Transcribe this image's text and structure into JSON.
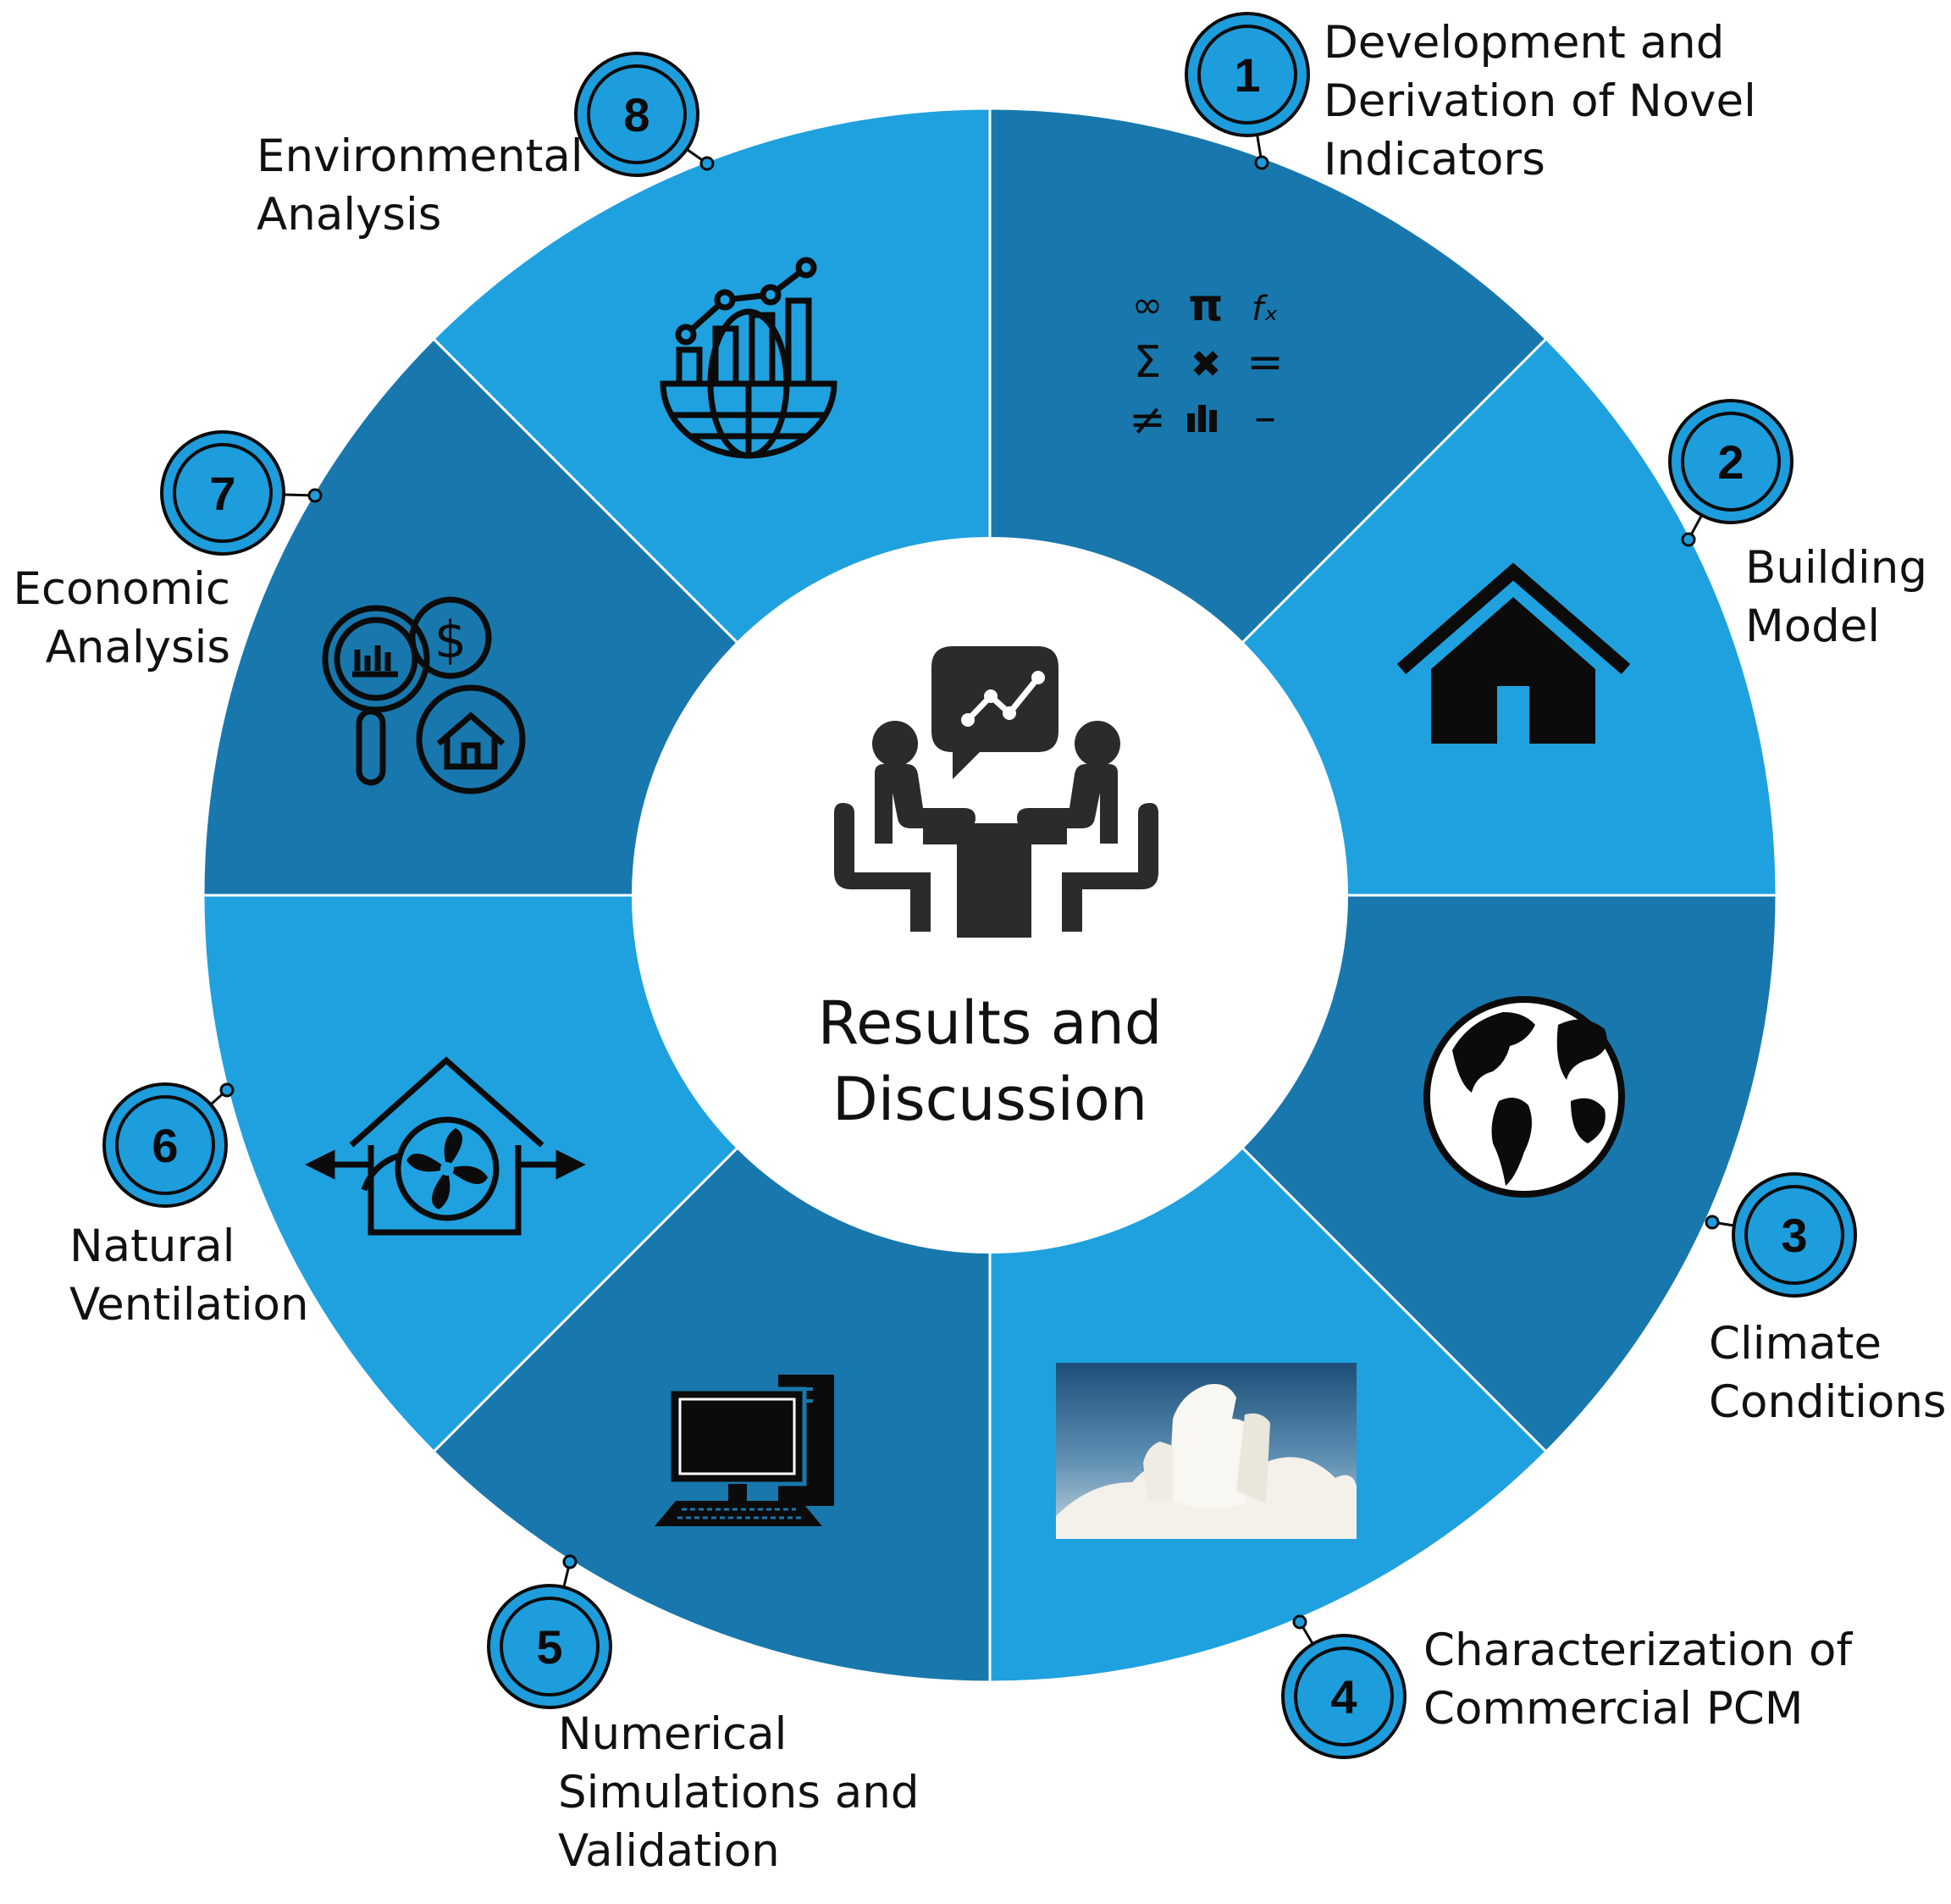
{
  "center": {
    "title_lines": [
      "Results and",
      "Discussion"
    ],
    "icon": "meeting-chart-icon"
  },
  "colors": {
    "dark_segment": "#1878ad",
    "light_segment": "#1fa1df",
    "marker_fill": "#1e9ddc",
    "icon": "#0b0b0b",
    "divider": "#ffffff"
  },
  "segments": [
    {
      "number": "1",
      "label_lines": [
        "Development and",
        "Derivation of Novel",
        "Indicators"
      ],
      "shade": "dark",
      "icon": "math-symbols-icon"
    },
    {
      "number": "2",
      "label_lines": [
        "Building",
        "Model"
      ],
      "shade": "light",
      "icon": "house-icon"
    },
    {
      "number": "3",
      "label_lines": [
        "Climate",
        "Conditions"
      ],
      "shade": "dark",
      "icon": "globe-icon"
    },
    {
      "number": "4",
      "label_lines": [
        "Characterization of",
        "Commercial PCM"
      ],
      "shade": "light",
      "icon": "pcm-material-photo"
    },
    {
      "number": "5",
      "label_lines": [
        "Numerical",
        "Simulations and",
        "Validation"
      ],
      "shade": "dark",
      "icon": "computer-icon"
    },
    {
      "number": "6",
      "label_lines": [
        "Natural",
        "Ventilation"
      ],
      "shade": "light",
      "icon": "ventilation-fan-house-icon"
    },
    {
      "number": "7",
      "label_lines": [
        "Economic",
        "Analysis"
      ],
      "shade": "dark",
      "icon": "economic-analysis-icon"
    },
    {
      "number": "8",
      "label_lines": [
        "Environmental",
        "Analysis"
      ],
      "shade": "light",
      "icon": "environmental-chart-globe-icon"
    }
  ]
}
